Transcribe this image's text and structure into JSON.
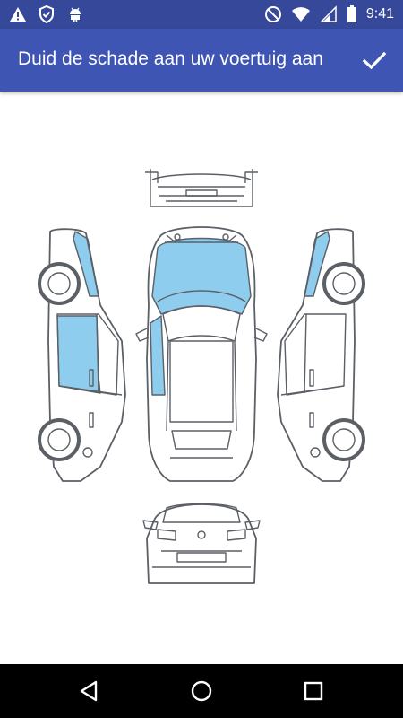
{
  "status_bar": {
    "time": "9:41",
    "left_icons": [
      "warning-icon",
      "shield-check-icon",
      "android-icon"
    ],
    "right_icons": [
      "do-not-disturb-icon",
      "wifi-icon",
      "signal-icon",
      "battery-icon"
    ]
  },
  "app_bar": {
    "title": "Duid de schade aan uw voertuig aan",
    "confirm_icon": "check-icon"
  },
  "diagram": {
    "views": [
      "front-view",
      "left-side-view",
      "top-view",
      "right-side-view",
      "rear-view"
    ],
    "highlight_color": "#8ecdee",
    "outline_color": "#5b5f66",
    "marked_parts": [
      "hood",
      "windshield",
      "left-front-door",
      "left-a-pillar",
      "right-a-pillar"
    ]
  },
  "nav_bar": {
    "buttons": [
      "back-icon",
      "home-icon",
      "recents-icon"
    ]
  }
}
